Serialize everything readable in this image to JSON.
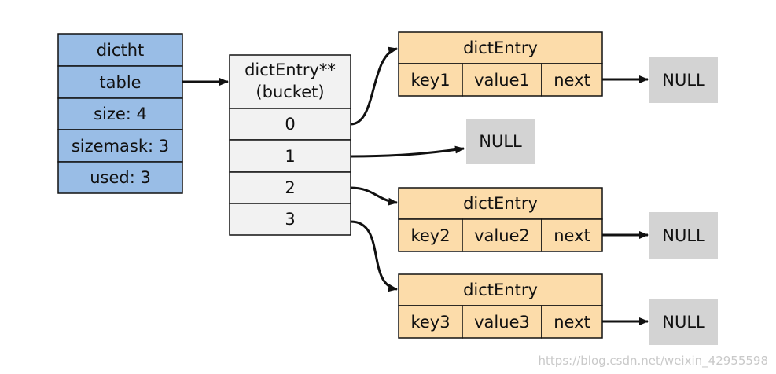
{
  "colors": {
    "dictht_fill": "#99bde6",
    "bucket_fill": "#f2f2f2",
    "entry_fill": "#fcdcaa",
    "null_fill": "#d3d3d3",
    "stroke": "#111111",
    "text": "#111111",
    "watermark": "#c9c9c9"
  },
  "dictht": {
    "title": "dictht",
    "table": "table",
    "size": "size: 4",
    "sizemask": "sizemask: 3",
    "used": "used: 3"
  },
  "bucket": {
    "header_line1": "dictEntry**",
    "header_line2": "(bucket)",
    "slots": [
      "0",
      "1",
      "2",
      "3"
    ]
  },
  "entries": [
    {
      "title": "dictEntry",
      "key": "key1",
      "value": "value1",
      "next": "next",
      "null": "NULL"
    },
    {
      "title": "dictEntry",
      "key": "key2",
      "value": "value2",
      "next": "next",
      "null": "NULL"
    },
    {
      "title": "dictEntry",
      "key": "key3",
      "value": "value3",
      "next": "next",
      "null": "NULL"
    }
  ],
  "slot1_null": "NULL",
  "watermark": "https://blog.csdn.net/weixin_42955598"
}
